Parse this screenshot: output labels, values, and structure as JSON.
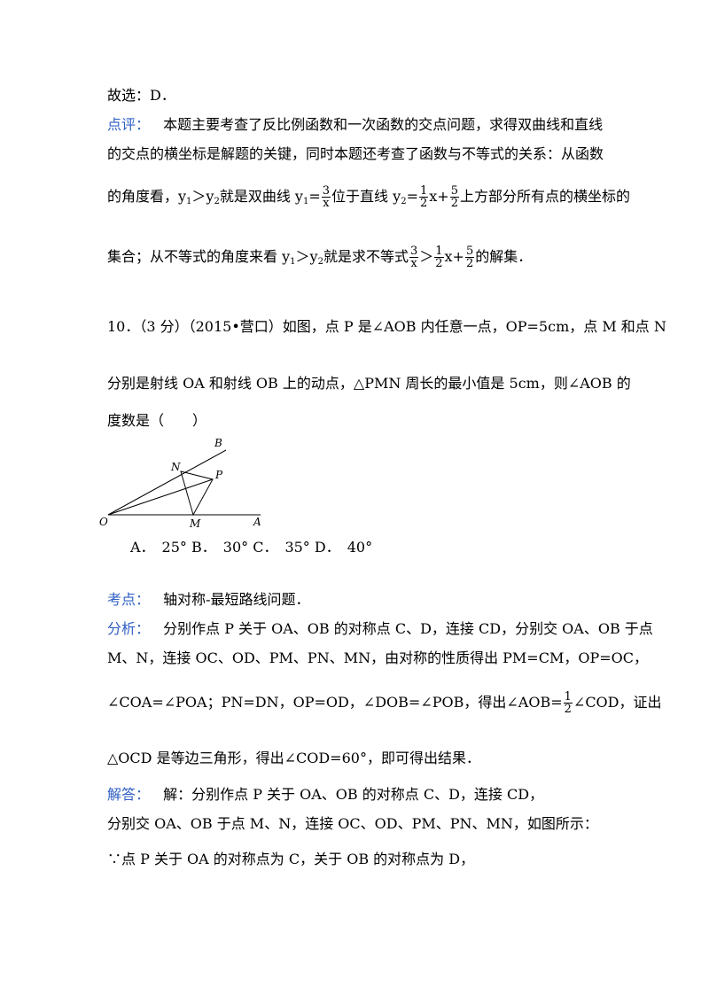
{
  "prev_answer": "故选：D．",
  "review": {
    "label": "点评：",
    "l1": "本题主要考查了反比例函数和一次函数的交点问题，求得双曲线和直线",
    "l2": "的交点的横坐标是解题的关键，同时本题还考查了函数与不等式的关系：从函数",
    "l3a": "的角度看，y",
    "l3_sub1": "1",
    "l3b": "＞y",
    "l3_sub2": "2",
    "l3c": "就是双曲线 y",
    "l3_sub3": "1",
    "l3d": "=",
    "l3_f1n": "3",
    "l3_f1d": "x",
    "l3e": "位于直线 y",
    "l3_sub4": "2",
    "l3f": "=",
    "l3_f2n": "1",
    "l3_f2d": "2",
    "l3g": "x+",
    "l3_f3n": "5",
    "l3_f3d": "2",
    "l3h": "上方部分所有点的横坐标的",
    "l4a": "集合；从不等式的角度来看 y",
    "l4_sub1": "1",
    "l4b": "＞y",
    "l4_sub2": "2",
    "l4c": "就是求不等式",
    "l4_f1n": "3",
    "l4_f1d": "x",
    "l4d": "＞",
    "l4_f2n": "1",
    "l4_f2d": "2",
    "l4e": "x+",
    "l4_f3n": "5",
    "l4_f3d": "2",
    "l4f": "的解集．"
  },
  "question": {
    "l1": "10．（3 分）（2015•营口）如图，点 P 是∠AOB 内任意一点，OP=5cm，点 M 和点 N",
    "l2": "分别是射线 OA 和射线 OB 上的动点，△PMN 周长的最小值是 5cm，则∠AOB 的",
    "l3": "度数是（　　）",
    "options": "A．　25° B．　30° C．　35° D．　40°"
  },
  "figure": {
    "labels": {
      "O": "O",
      "A": "A",
      "B": "B",
      "M": "M",
      "N": "N",
      "P": "P"
    }
  },
  "kaodian": {
    "label": "考点：",
    "text": "轴对称-最短路线问题．"
  },
  "fenxi": {
    "label": "分析：",
    "l1": "分别作点 P 关于 OA、OB 的对称点 C、D，连接 CD，分别交 OA、OB 于点",
    "l2": "M、N，连接 OC、OD、PM、PN、MN，由对称的性质得出 PM=CM，OP=OC，",
    "l3a": "∠COA=∠POA；PN=DN，OP=OD，∠DOB=∠POB，得出∠AOB=",
    "l3_fn": "1",
    "l3_fd": "2",
    "l3b": "∠COD，证出",
    "l4": "△OCD 是等边三角形，得出∠COD=60°，即可得出结果．"
  },
  "jieda": {
    "label": "解答：",
    "l1": "解：分别作点 P 关于 OA、OB 的对称点 C、D，连接 CD，",
    "l2": "分别交 OA、OB 于点 M、N，连接 OC、OD、PM、PN、MN，如图所示：",
    "l3": "∵点 P 关于 OA 的对称点为 C，关于 OB 的对称点为 D，"
  }
}
